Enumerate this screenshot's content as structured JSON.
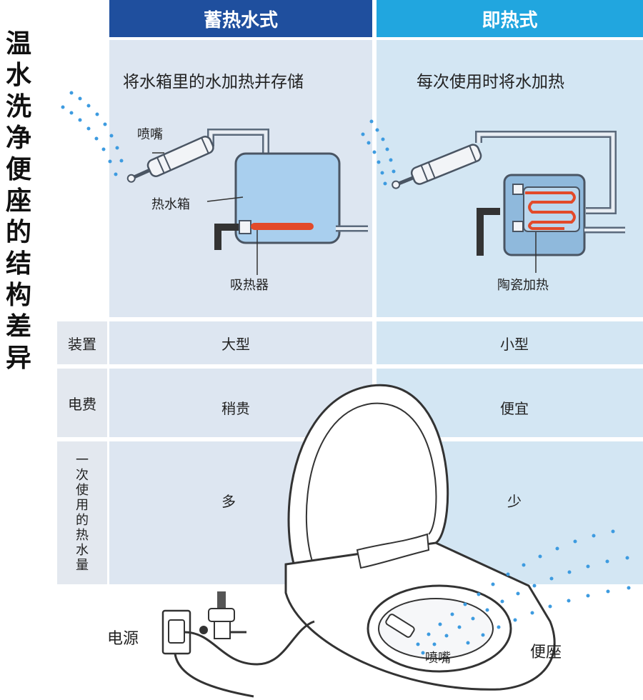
{
  "title_chars": [
    "温",
    "水",
    "洗",
    "净",
    "便",
    "座",
    "的",
    "结",
    "构",
    "差",
    "异"
  ],
  "columns": [
    {
      "header": "蓄热水式",
      "subtitle": "将水箱里的水加热并存储"
    },
    {
      "header": "即热式",
      "subtitle": "每次使用时将水加热"
    }
  ],
  "labels": {
    "nozzle_left": "喷嘴",
    "hot_tank": "热水箱",
    "heat_absorber": "吸热器",
    "ceramic_heat": "陶瓷加热",
    "power": "电源",
    "nozzle_seat": "喷嘴",
    "seat": "便座"
  },
  "rows": [
    {
      "label": "装置",
      "left": "大型",
      "right": "小型"
    },
    {
      "label": "电费",
      "left": "稍贵",
      "right": "便宜"
    },
    {
      "label_chars": [
        "一",
        "次",
        "使",
        "用",
        "的",
        "热",
        "水",
        "量"
      ],
      "left": "多",
      "right": "少"
    }
  ],
  "colors": {
    "storage_header": "#1f4f9e",
    "instant_header": "#21a6df",
    "heater": "#e24a2a",
    "water": "#3d9be0"
  }
}
